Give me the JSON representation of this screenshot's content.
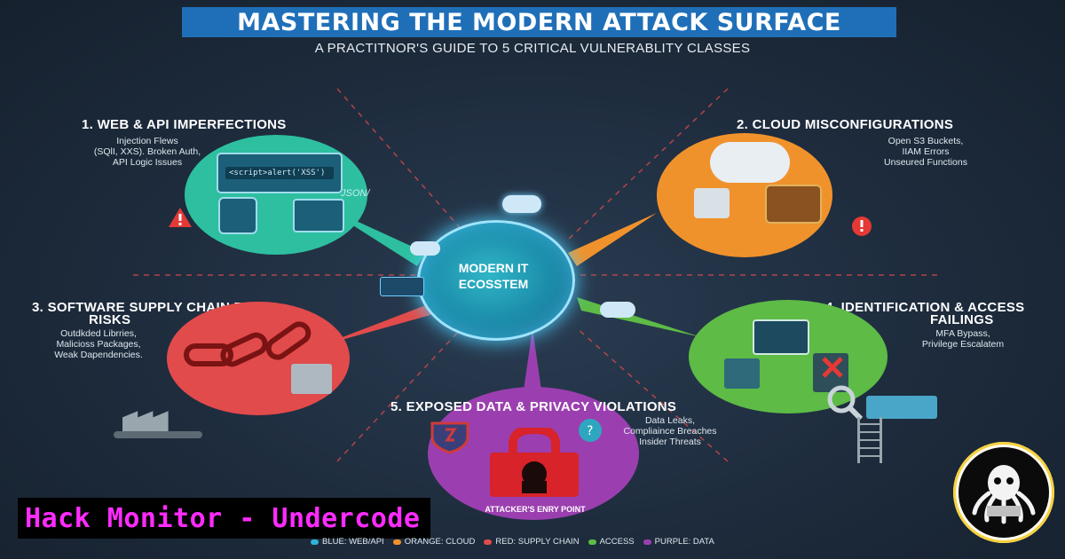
{
  "header": {
    "title": "MASTERING THE MODERN ATTACK SURFACE",
    "subtitle": "A PRACTITNOR'S GUIDE TO 5 CRITICAL VULNERABLITY CLASSES"
  },
  "center": {
    "label": "MODERN IT\nECOSSTEM"
  },
  "sections": {
    "web": {
      "heading": "1. WEB & API IMPERFECTIONS",
      "details": "Injection Flews\n(SQlI, XXS). Broken Auth,\nAPI Logic Issues",
      "code_text": "<script>alert('XSS')",
      "json_text": "JSON/",
      "color": "#2dbfa0"
    },
    "cloud": {
      "heading": "2. CLOUD MISCONFIGURATIONS",
      "details": "Open S3 Buckets,\nIIAM Errors\nUnseured Functions",
      "color": "#f0922c"
    },
    "supply": {
      "heading": "3. SOFTWARE SUPPLY CHAIN RISKS",
      "heading2": "RISKS",
      "details": "Outdkded Librries,\nMalicioss Packages,\nWeak Dapendencies.",
      "color": "#e24b4b"
    },
    "access": {
      "heading": "4. IDENTIFICATION & ACCESS",
      "heading2": "FAILINGS",
      "details": "MFA Bypass,\nPrivilege Escalatem",
      "color": "#5dbb46"
    },
    "data": {
      "heading": "5. EXPOSED DATA & PRIVACY VIOLATIONS",
      "details": "Data Leaks,\nCompliaince Breaches\nInsider Threats",
      "entry_label": "ATTACKER'S ENRY POINT",
      "color": "#9b3fb0"
    }
  },
  "brand": {
    "text": "Hack Monitor - Undercode"
  },
  "legend": [
    {
      "label": "BLUE: WEB/API",
      "color": "#2fb2d8"
    },
    {
      "label": "ORANGE: CLOUD",
      "color": "#f0922c"
    },
    {
      "label": "RED: SUPPLY CHAIN",
      "color": "#e24b4b"
    },
    {
      "label": "ACCESS",
      "color": "#5dbb46"
    },
    {
      "label": "PURPLE: DATA",
      "color": "#9b3fb0"
    }
  ],
  "logo": {
    "icon": "octopus-hacker-icon",
    "ring_color": "#f5d23c"
  }
}
